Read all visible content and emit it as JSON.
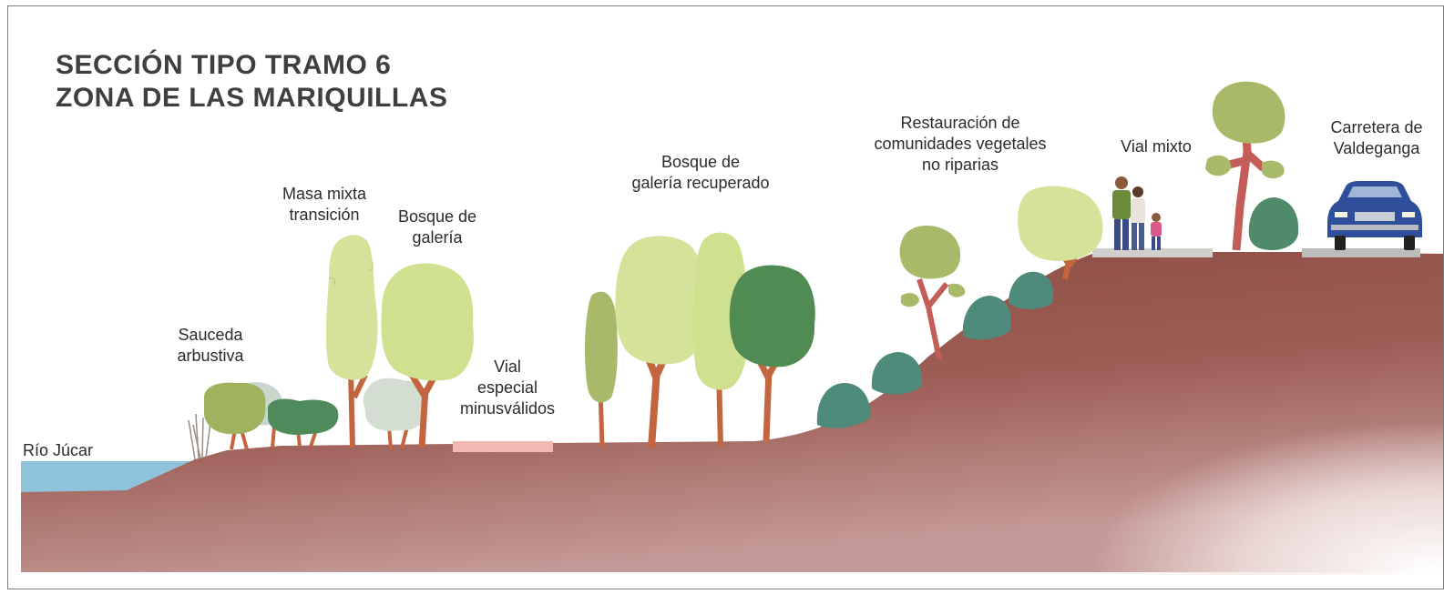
{
  "title": {
    "line1": "SECCIÓN TIPO TRAMO 6",
    "line2": "ZONA DE LAS MARIQUILLAS"
  },
  "labels": {
    "rio": "Río Júcar",
    "sauceda": [
      "Sauceda",
      "arbustiva"
    ],
    "masa": [
      "Masa mixta",
      "transición"
    ],
    "bosque_galeria": [
      "Bosque de",
      "galería"
    ],
    "vial_especial": [
      "Vial",
      "especial",
      "minusválidos"
    ],
    "bosque_recuperado": [
      "Bosque de",
      "galería recuperado"
    ],
    "restauracion": [
      "Restauración de",
      "comunidades vegetales",
      "no riparias"
    ],
    "vial_mixto": "Vial mixto",
    "carretera": [
      "Carretera de",
      "Valdeganga"
    ]
  },
  "colors": {
    "ground_top": "#8a4a40",
    "ground_fade": "#e9d6d4",
    "river": "#8fc3dc",
    "path_pink": "#f1b8b4",
    "road_gray": "#c9c9c6",
    "pale_green": "#d5e39a",
    "mid_green": "#a8b96a",
    "dark_green": "#4e8a52",
    "blue_green": "#4f8b7a",
    "grey_green": "#c9d6cc",
    "trunk": "#c3663f",
    "trunk_red": "#c45c57"
  }
}
